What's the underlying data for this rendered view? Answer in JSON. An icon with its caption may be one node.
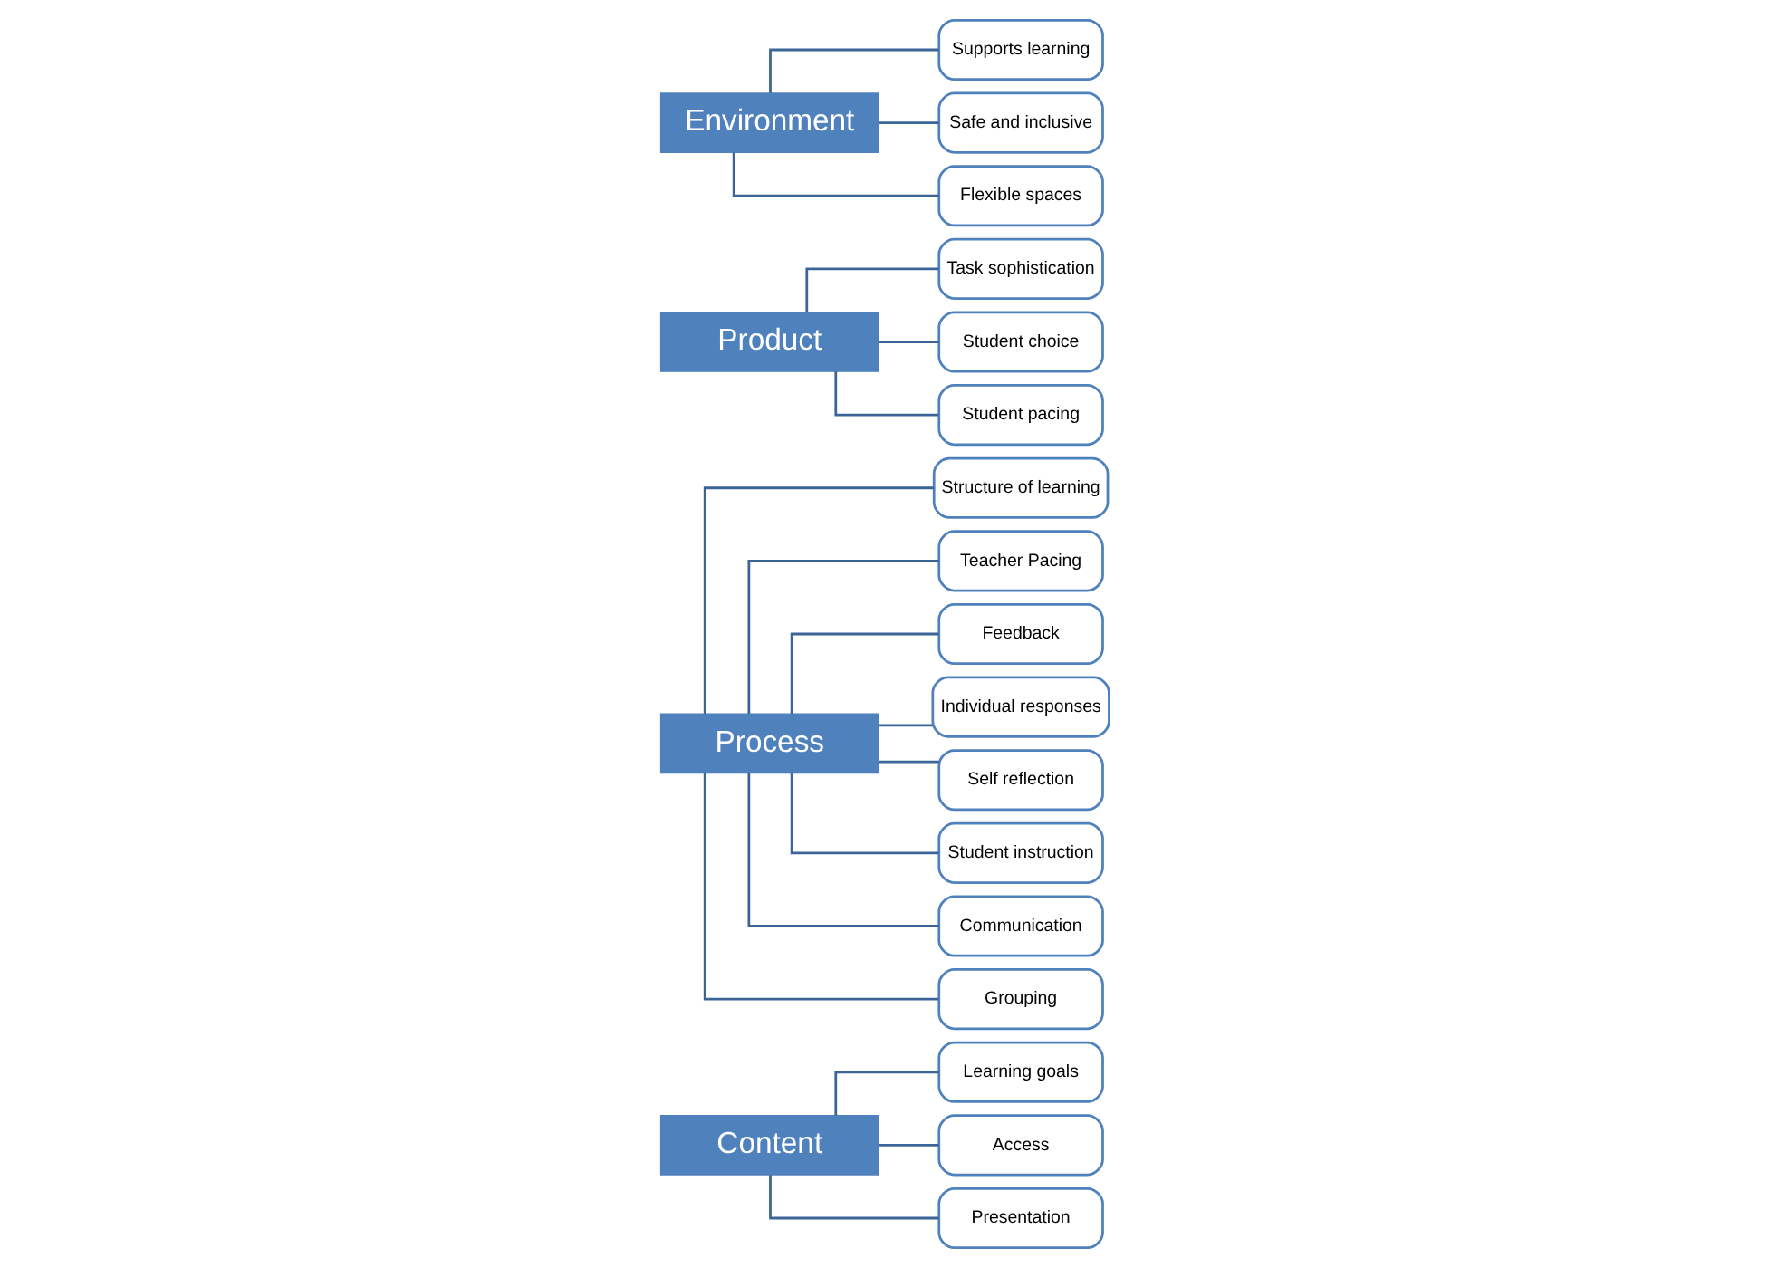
{
  "diagram": {
    "nodes": [
      {
        "text": [
          "Content"
        ]
      },
      {
        "text": [
          "Learning goals"
        ]
      },
      {
        "text": [
          "Access"
        ]
      },
      {
        "text": [
          "Presentation"
        ]
      },
      {
        "text": [
          "Process"
        ]
      },
      {
        "text": [
          "Structure of learning"
        ]
      },
      {
        "text": [
          "Teacher Pacing"
        ]
      },
      {
        "text": [
          "Feedback"
        ]
      },
      {
        "text": [
          "Individual responses"
        ]
      },
      {
        "text": [
          "Self reflection"
        ]
      },
      {
        "text": [
          "Student instruction"
        ]
      },
      {
        "text": [
          "Communication"
        ]
      },
      {
        "text": [
          "Grouping"
        ]
      },
      {
        "text": [
          "Product"
        ]
      },
      {
        "text": [
          "Task sophistication"
        ]
      },
      {
        "text": [
          "Student choice"
        ]
      },
      {
        "text": [
          "Student pacing"
        ]
      },
      {
        "text": [
          "Environment"
        ]
      },
      {
        "text": [
          "Supports learning"
        ]
      },
      {
        "text": [
          "Safe and inclusive"
        ]
      },
      {
        "text": [
          "Flexible spaces"
        ]
      }
    ],
    "edges": [
      {
        "from": 0,
        "to": 1,
        "arrow": "none"
      },
      {
        "from": 0,
        "to": 2,
        "arrow": "none"
      },
      {
        "from": 0,
        "to": 3,
        "arrow": "none"
      },
      {
        "from": 4,
        "to": 5,
        "arrow": "none"
      },
      {
        "from": 4,
        "to": 6,
        "arrow": "none"
      },
      {
        "from": 4,
        "to": 7,
        "arrow": "none"
      },
      {
        "from": 4,
        "to": 8,
        "arrow": "none"
      },
      {
        "from": 4,
        "to": 9,
        "arrow": "none"
      },
      {
        "from": 4,
        "to": 10,
        "arrow": "none"
      },
      {
        "from": 4,
        "to": 11,
        "arrow": "none"
      },
      {
        "from": 4,
        "to": 12,
        "arrow": "none"
      },
      {
        "from": 13,
        "to": 14,
        "arrow": "none"
      },
      {
        "from": 13,
        "to": 15,
        "arrow": "none"
      },
      {
        "from": 13,
        "to": 16,
        "arrow": "none"
      },
      {
        "from": 17,
        "to": 18,
        "arrow": "none"
      },
      {
        "from": 17,
        "to": 19,
        "arrow": "none"
      },
      {
        "from": 17,
        "to": 20,
        "arrow": "none"
      }
    ]
  }
}
